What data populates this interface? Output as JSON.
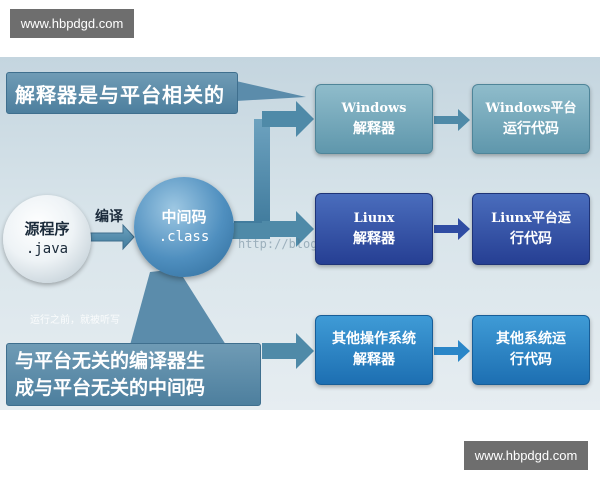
{
  "watermark": {
    "top": "www.hbpdgd.com",
    "bottom": "www.hbpdgd.com"
  },
  "diagram": {
    "callout_top": "解释器是与平台相关的",
    "callout_bottom": [
      "与平台无关的编译器生",
      "成与平台无关的中间码"
    ],
    "source": {
      "line1": "源程序",
      "line2": ".java"
    },
    "compile_label": "编译",
    "intermediate": {
      "line1": "中间码",
      "line2": ".class"
    },
    "branches": [
      {
        "interp_line1": "Windows",
        "interp_line2": "解释器",
        "run_line1": "Windows平台",
        "run_line2": "运行代码"
      },
      {
        "interp_line1": "Liunx",
        "interp_line2": "解释器",
        "run_line1": "Liunx平台运",
        "run_line2": "行代码"
      },
      {
        "interp_line1": "其他操作系统",
        "interp_line2": "解释器",
        "run_line1": "其他系统运",
        "run_line2": "行代码"
      }
    ],
    "url_watermark": "http://blog.csdn.net/",
    "caption": "运行之前，就被听写"
  },
  "colors": {
    "callout": "#5b8cab",
    "arrow": "#4f8aa8",
    "teal_box": "#6fa3b8",
    "navy_box": "#2f4ca3",
    "blue_box": "#2a86c8"
  }
}
